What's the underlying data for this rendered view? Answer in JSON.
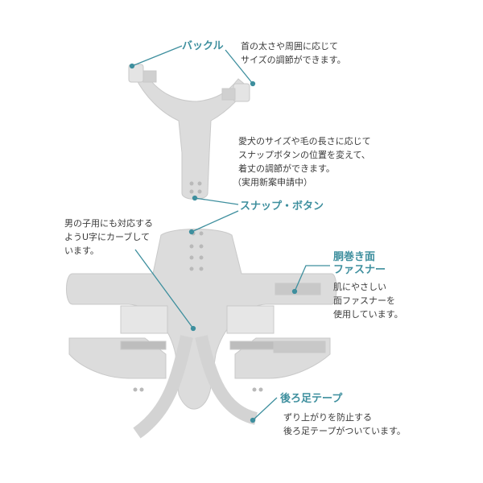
{
  "colors": {
    "accent": "#3e8f9e",
    "garment": "#dcdcdc",
    "garment_stroke": "#c9c9c9",
    "text": "#3a3a3a"
  },
  "callouts": {
    "buckle": {
      "heading": "バックル",
      "lines": [
        "首の太さや周囲に応じて",
        "サイズの調節ができます。"
      ]
    },
    "snap_desc": {
      "lines": [
        "愛犬のサイズや毛の長さに応じて",
        "スナップボタンの位置を変えて、",
        "着丈の調節ができます。",
        "（実用新案申請中）"
      ]
    },
    "snap_button": {
      "heading": "スナップ・ボタン"
    },
    "u_curve": {
      "lines": [
        "男の子用にも対応する",
        "ようU字にカーブして",
        "います。"
      ]
    },
    "fastener": {
      "heading_lines": [
        "胴巻き面",
        "ファスナー"
      ],
      "lines": [
        "肌にやさしい",
        "面ファスナーを",
        "使用しています。"
      ]
    },
    "hind_tape": {
      "heading": "後ろ足テープ",
      "lines": [
        "ずり上がりを防止する",
        "後ろ足テープがついています。"
      ]
    }
  }
}
